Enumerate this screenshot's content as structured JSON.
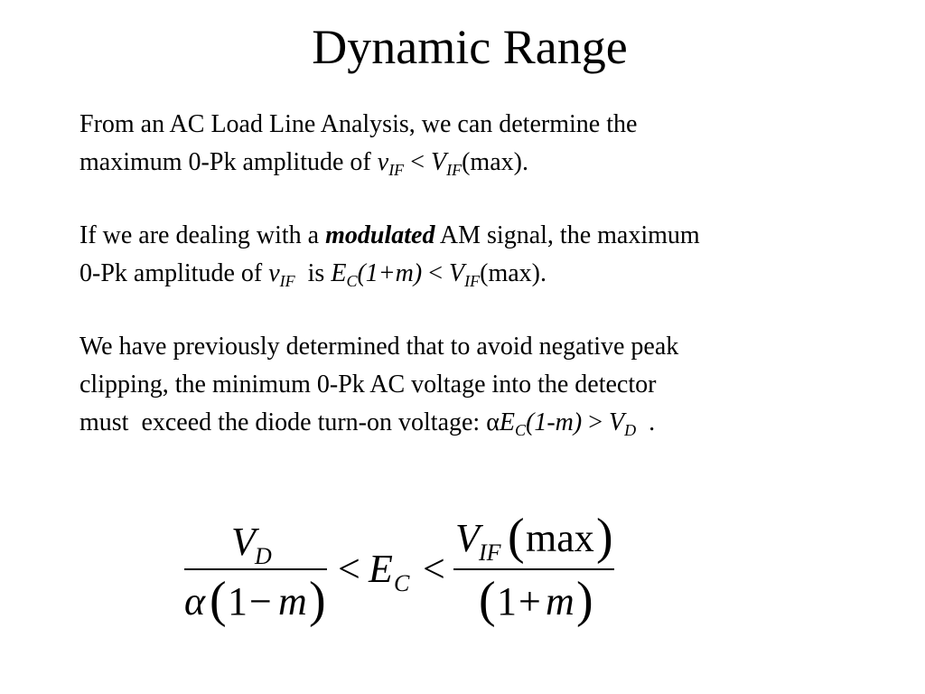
{
  "slide": {
    "title": "Dynamic Range",
    "p1": {
      "line1": "From an AC Load Line Analysis, we can determine the",
      "line2_prefix": "maximum 0-Pk amplitude of ",
      "v_sym": "v",
      "if_sub": "IF",
      "lt": " < ",
      "V_sym": "V",
      "max_suffix": "(max)."
    },
    "p2": {
      "line1_prefix": "If we are dealing with a ",
      "modulated": "modulated",
      "line1_suffix": " AM signal, the maximum",
      "line2_prefix": "0-Pk amplitude of ",
      "v_sym": "v",
      "if_sub": "IF",
      "is_text": "  is ",
      "E_sym": "E",
      "c_sub": "C",
      "paren_expr": "(1+m)",
      "lt": " < ",
      "V_sym": "V",
      "max_suffix": "(max)."
    },
    "p3": {
      "line1": "We have previously determined that to avoid negative peak",
      "line2": "clipping, the minimum 0-Pk AC voltage into the detector",
      "line3_prefix": "must  exceed the diode turn-on voltage: ",
      "alpha": "α",
      "E_sym": "E",
      "c_sub": "C",
      "paren_expr": "(1-m)",
      "gt": " > ",
      "V_sym": "V",
      "d_sub": "D",
      "end": "  ."
    },
    "formula": {
      "left_num_V": "V",
      "left_num_sub": "D",
      "left_den_alpha": "α",
      "left_den_open": "(",
      "left_den_one": "1",
      "left_den_minus": "−",
      "left_den_m": "m",
      "left_den_close": ")",
      "lt1": "<",
      "mid_E": "E",
      "mid_sub": "C",
      "lt2": "<",
      "right_num_V": "V",
      "right_num_sub": "IF",
      "right_num_open": "(",
      "right_num_max": "max",
      "right_num_close": ")",
      "right_den_open": "(",
      "right_den_one": "1",
      "right_den_plus": "+",
      "right_den_m": "m",
      "right_den_close": ")"
    }
  }
}
